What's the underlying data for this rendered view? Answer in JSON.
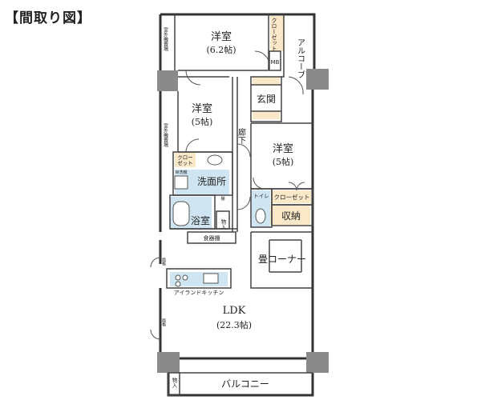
{
  "title": "【間取り図】",
  "rooms": {
    "western_1": {
      "name": "洋室",
      "size": "(6.2帖)"
    },
    "western_2": {
      "name": "洋室",
      "size": "(5帖)"
    },
    "western_3": {
      "name": "洋室",
      "size": "(5帖)"
    },
    "ldk": {
      "name": "LDK",
      "size": "(22.3帖)"
    },
    "washroom": "洗面所",
    "bath": "浴室",
    "entrance": "玄関",
    "corridor": "廊下",
    "alcove": "アルコーブ",
    "balcony": "バルコニー",
    "tatami_corner": "畳コーナー",
    "storage": "収納"
  },
  "labels": {
    "closet_top": "クローゼット",
    "mb": "MB",
    "outdoor_unit_1": "室外機置場",
    "outdoor_unit_2": "室外機置場",
    "closet_small_1": "クロー",
    "closet_small_2": "ゼット",
    "closet_right": "クローゼット",
    "toilet": "トイレ",
    "storage_bath": "物入",
    "dish_shelf": "食器棚",
    "island_kitchen": "アイランドキッチン",
    "storage_balcony": "物入",
    "washer": "W洗機",
    "window_1": "面格",
    "window_2": "面格",
    "shelf": "棚"
  },
  "colors": {
    "wall": "#333333",
    "pillar": "#8a8a8a",
    "wet_area": "#cfe6f2",
    "storage": "#fbe8c8",
    "line": "#444444"
  }
}
